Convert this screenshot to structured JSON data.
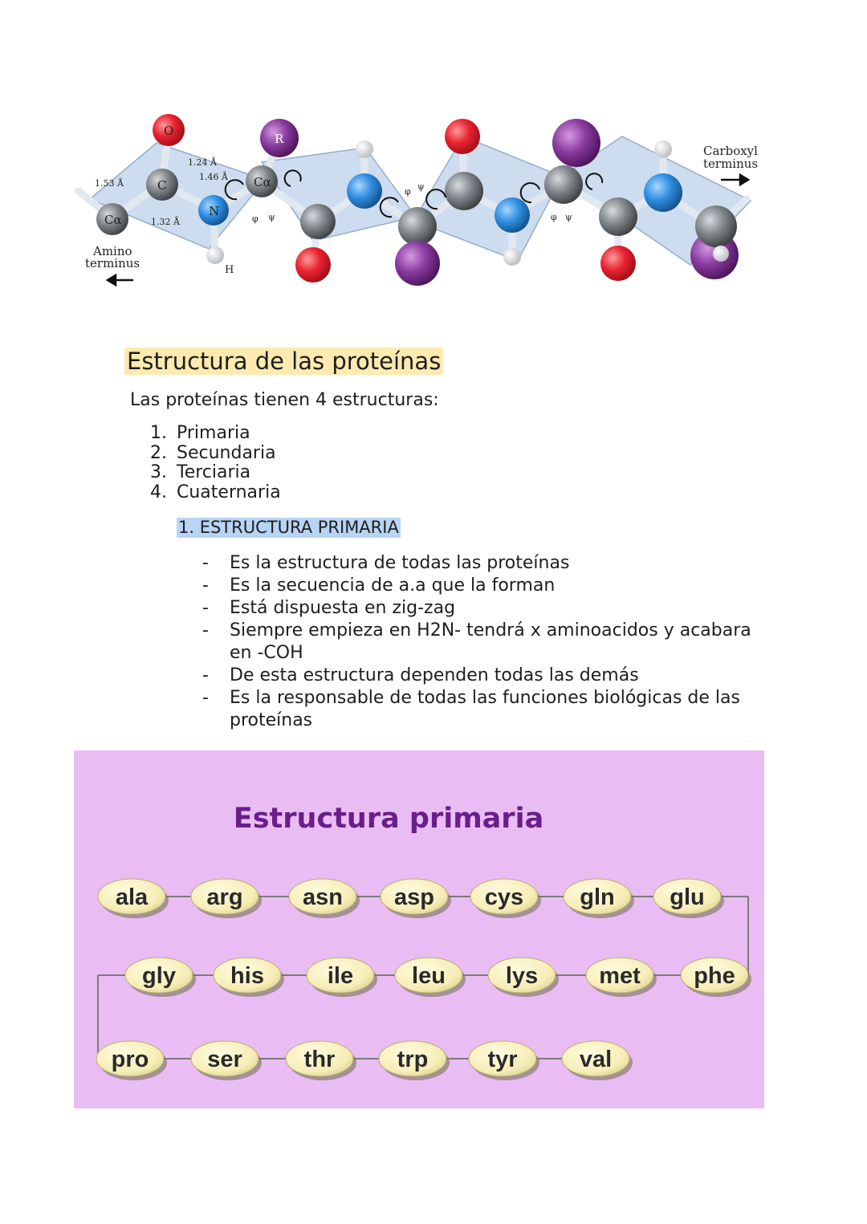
{
  "diagram": {
    "atom_labels": {
      "o": "O",
      "c": "C",
      "ca": "Cα",
      "n": "N",
      "h": "H",
      "r": "R"
    },
    "bond_labels": [
      "1.53 Å",
      "1.24 Å",
      "1.46 Å",
      "1.32 Å"
    ],
    "angle_labels": {
      "phi": "φ",
      "psi": "ψ"
    },
    "amino_terminus": [
      "Amino",
      "terminus"
    ],
    "carboxyl_terminus": [
      "Carboxyl",
      "terminus"
    ],
    "colors": {
      "oxygen": "#e8232f",
      "nitrogen": "#2f8ee0",
      "carbon": "#7f8589",
      "r_group": "#8a3aa0",
      "hydrogen": "#f2f2f2",
      "plane": "#c8daee"
    }
  },
  "heading": "Estructura de las proteínas",
  "intro": "Las proteínas tienen 4 estructuras:",
  "structures": [
    {
      "num": "1.",
      "label": "Primaria"
    },
    {
      "num": "2.",
      "label": "Secundaria"
    },
    {
      "num": "3.",
      "label": "Terciaria"
    },
    {
      "num": "4.",
      "label": "Cuaternaria"
    }
  ],
  "primary_heading": "1. ESTRUCTURA PRIMARIA",
  "points": [
    "Es la estructura de todas las proteínas",
    "Es la secuencia de a.a que la forman",
    "Está dispuesta en zig-zag",
    "Siempre empieza en H2N- tendrá x aminoacidos y acabara en -COH",
    "De esta estructura dependen todas las demás",
    "Es la responsable de todas las funciones biológicas de las proteínas"
  ],
  "amino_panel": {
    "title": "Estructura primaria",
    "rows": [
      [
        "ala",
        "arg",
        "asn",
        "asp",
        "cys",
        "gln",
        "glu"
      ],
      [
        "gly",
        "his",
        "ile",
        "leu",
        "lys",
        "met",
        "phe"
      ],
      [
        "pro",
        "ser",
        "thr",
        "trp",
        "tyr",
        "val"
      ]
    ],
    "colors": {
      "background": "#e9bdf3",
      "title": "#6a1e8a",
      "pill": "#fbf4c6",
      "link": "#7a7a7a"
    }
  }
}
